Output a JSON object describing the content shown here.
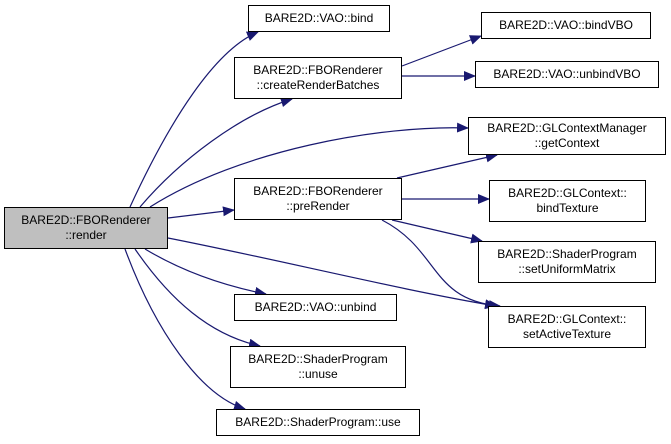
{
  "diagram": {
    "type": "call-graph",
    "colors": {
      "edge": "#191970",
      "root_fill": "#bfbfbf",
      "node_fill": "#ffffff",
      "border": "#000000"
    },
    "nodes": [
      {
        "id": "render",
        "lines": [
          "BARE2D::FBORenderer",
          "::render"
        ],
        "root": true
      },
      {
        "id": "vao_bind",
        "lines": [
          "BARE2D::VAO::bind"
        ]
      },
      {
        "id": "create_batches",
        "lines": [
          "BARE2D::FBORenderer",
          "::createRenderBatches"
        ]
      },
      {
        "id": "pre_render",
        "lines": [
          "BARE2D::FBORenderer",
          "::preRender"
        ]
      },
      {
        "id": "vao_unbind",
        "lines": [
          "BARE2D::VAO::unbind"
        ]
      },
      {
        "id": "sp_unuse",
        "lines": [
          "BARE2D::ShaderProgram",
          "::unuse"
        ]
      },
      {
        "id": "sp_use",
        "lines": [
          "BARE2D::ShaderProgram::use"
        ]
      },
      {
        "id": "bind_vbo",
        "lines": [
          "BARE2D::VAO::bindVBO"
        ]
      },
      {
        "id": "unbind_vbo",
        "lines": [
          "BARE2D::VAO::unbindVBO"
        ]
      },
      {
        "id": "get_context",
        "lines": [
          "BARE2D::GLContextManager",
          "::getContext"
        ]
      },
      {
        "id": "bind_texture",
        "lines": [
          "BARE2D::GLContext::",
          "bindTexture"
        ]
      },
      {
        "id": "set_uniform",
        "lines": [
          "BARE2D::ShaderProgram",
          "::setUniformMatrix"
        ]
      },
      {
        "id": "set_active_tex",
        "lines": [
          "BARE2D::GLContext::",
          "setActiveTexture"
        ]
      }
    ],
    "edges": [
      {
        "from": "render",
        "to": "vao_bind"
      },
      {
        "from": "render",
        "to": "create_batches"
      },
      {
        "from": "render",
        "to": "get_context"
      },
      {
        "from": "render",
        "to": "pre_render"
      },
      {
        "from": "render",
        "to": "set_active_tex"
      },
      {
        "from": "render",
        "to": "vao_unbind"
      },
      {
        "from": "render",
        "to": "sp_unuse"
      },
      {
        "from": "render",
        "to": "sp_use"
      },
      {
        "from": "create_batches",
        "to": "bind_vbo"
      },
      {
        "from": "create_batches",
        "to": "unbind_vbo"
      },
      {
        "from": "pre_render",
        "to": "get_context"
      },
      {
        "from": "pre_render",
        "to": "bind_texture"
      },
      {
        "from": "pre_render",
        "to": "set_uniform"
      },
      {
        "from": "pre_render",
        "to": "set_active_tex"
      }
    ]
  }
}
